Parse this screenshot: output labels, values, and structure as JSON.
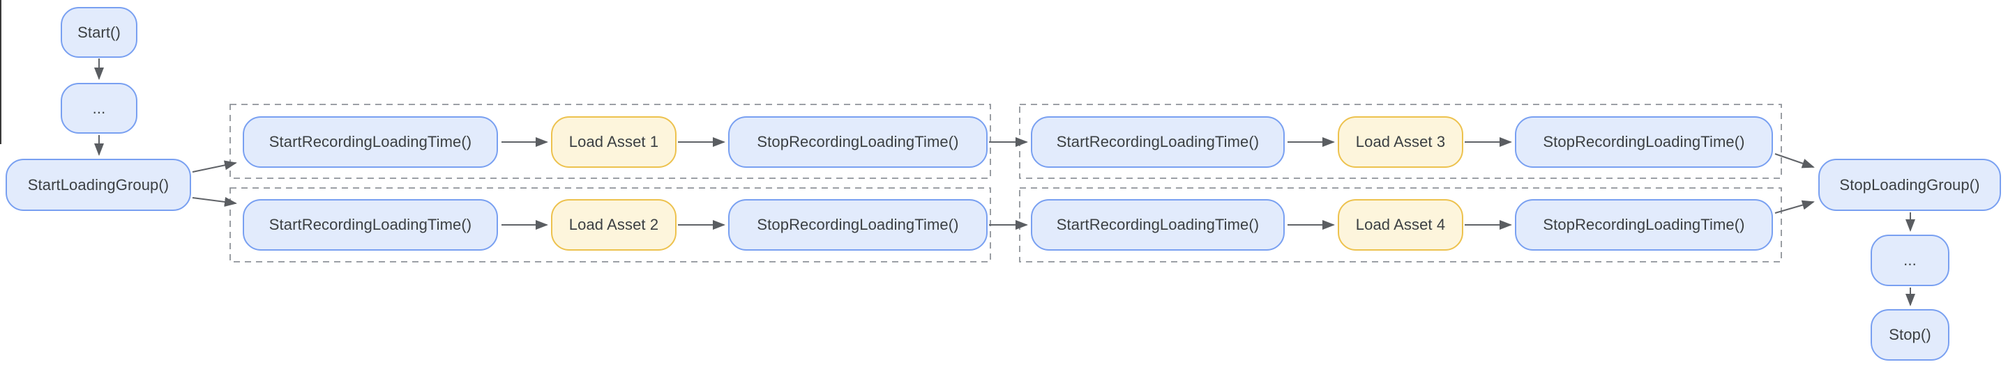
{
  "diagram": {
    "type": "flowchart",
    "description": "Asset loading group timing flow with two parallel tracks of recorded load steps",
    "colors": {
      "node_blue_fill": "#e2ebfc",
      "node_blue_border": "#79a0f1",
      "node_yellow_fill": "#fdf5dc",
      "node_yellow_border": "#edc24e",
      "connector": "#606368",
      "group_dash": "#8f9399",
      "text": "#3c4043",
      "background": "#ffffff"
    },
    "nodes": {
      "start": {
        "label": "Start()",
        "type": "blue"
      },
      "ellipsis_top": {
        "label": "...",
        "type": "blue"
      },
      "start_loading_group": {
        "label": "StartLoadingGroup()",
        "type": "blue"
      },
      "t1_rec_start_1": {
        "label": "StartRecordingLoadingTime()",
        "type": "blue"
      },
      "t1_asset_1": {
        "label": "Load Asset 1",
        "type": "yellow"
      },
      "t1_rec_stop_1": {
        "label": "StopRecordingLoadingTime()",
        "type": "blue"
      },
      "t2_rec_start_1": {
        "label": "StartRecordingLoadingTime()",
        "type": "blue"
      },
      "t2_asset_2": {
        "label": "Load Asset 2",
        "type": "yellow"
      },
      "t2_rec_stop_1": {
        "label": "StopRecordingLoadingTime()",
        "type": "blue"
      },
      "t1_rec_start_2": {
        "label": "StartRecordingLoadingTime()",
        "type": "blue"
      },
      "t1_asset_3": {
        "label": "Load Asset 3",
        "type": "yellow"
      },
      "t1_rec_stop_2": {
        "label": "StopRecordingLoadingTime()",
        "type": "blue"
      },
      "t2_rec_start_2": {
        "label": "StartRecordingLoadingTime()",
        "type": "blue"
      },
      "t2_asset_4": {
        "label": "Load Asset 4",
        "type": "yellow"
      },
      "t2_rec_stop_2": {
        "label": "StopRecordingLoadingTime()",
        "type": "blue"
      },
      "stop_loading_group": {
        "label": "StopLoadingGroup()",
        "type": "blue"
      },
      "ellipsis_bottom": {
        "label": "...",
        "type": "blue"
      },
      "stop": {
        "label": "Stop()",
        "type": "blue"
      }
    },
    "groups": [
      {
        "name": "group-1-track-1",
        "style": "dashed",
        "contains": [
          "t1_rec_start_1",
          "t1_asset_1",
          "t1_rec_stop_1"
        ]
      },
      {
        "name": "group-1-track-2",
        "style": "dashed",
        "contains": [
          "t2_rec_start_1",
          "t2_asset_2",
          "t2_rec_stop_1"
        ]
      },
      {
        "name": "group-2-track-1",
        "style": "dashed",
        "contains": [
          "t1_rec_start_2",
          "t1_asset_3",
          "t1_rec_stop_2"
        ]
      },
      {
        "name": "group-2-track-2",
        "style": "dashed",
        "contains": [
          "t2_rec_start_2",
          "t2_asset_4",
          "t2_rec_stop_2"
        ]
      }
    ],
    "edges": [
      {
        "from": "start",
        "to": "ellipsis_top"
      },
      {
        "from": "ellipsis_top",
        "to": "start_loading_group"
      },
      {
        "from": "start_loading_group",
        "to": "t1_rec_start_1"
      },
      {
        "from": "start_loading_group",
        "to": "t2_rec_start_1"
      },
      {
        "from": "t1_rec_start_1",
        "to": "t1_asset_1"
      },
      {
        "from": "t1_asset_1",
        "to": "t1_rec_stop_1"
      },
      {
        "from": "t1_rec_stop_1",
        "to": "t1_rec_start_2"
      },
      {
        "from": "t1_rec_start_2",
        "to": "t1_asset_3"
      },
      {
        "from": "t1_asset_3",
        "to": "t1_rec_stop_2"
      },
      {
        "from": "t2_rec_start_1",
        "to": "t2_asset_2"
      },
      {
        "from": "t2_asset_2",
        "to": "t2_rec_stop_1"
      },
      {
        "from": "t2_rec_stop_1",
        "to": "t2_rec_start_2"
      },
      {
        "from": "t2_rec_start_2",
        "to": "t2_asset_4"
      },
      {
        "from": "t2_asset_4",
        "to": "t2_rec_stop_2"
      },
      {
        "from": "t1_rec_stop_2",
        "to": "stop_loading_group"
      },
      {
        "from": "t2_rec_stop_2",
        "to": "stop_loading_group"
      },
      {
        "from": "stop_loading_group",
        "to": "ellipsis_bottom"
      },
      {
        "from": "ellipsis_bottom",
        "to": "stop"
      }
    ]
  }
}
